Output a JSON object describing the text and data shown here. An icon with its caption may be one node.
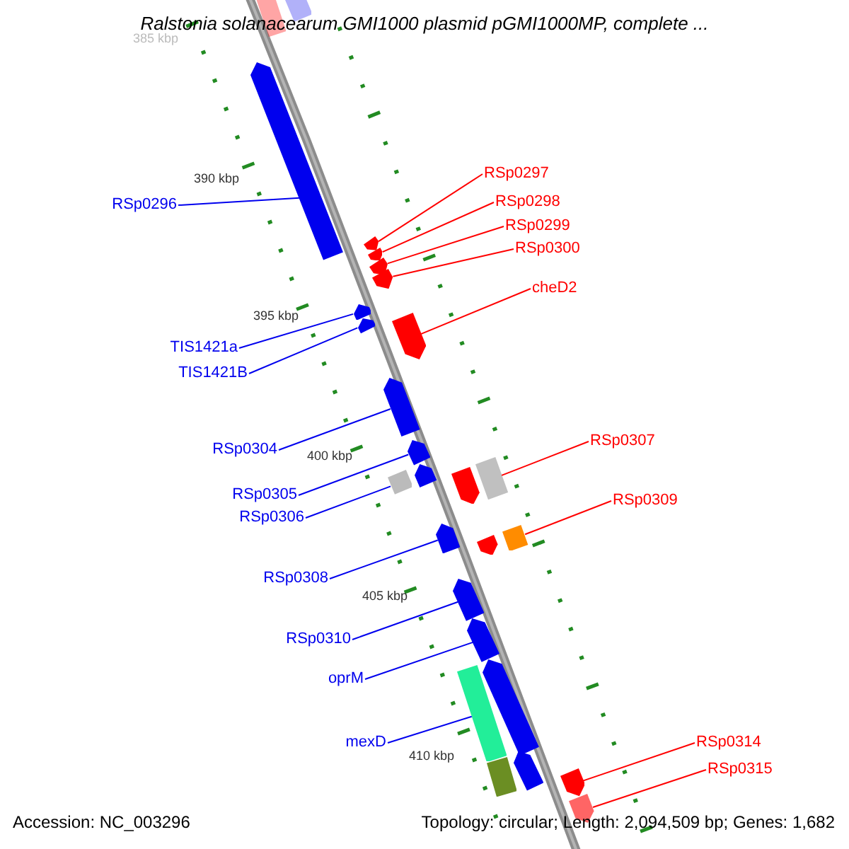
{
  "diagram": {
    "title": "Ralstonia solanacearum GMI1000 plasmid pGMI1000MP, complete ...",
    "nodes": [
      {
        "text": [
          "RSp0296"
        ]
      },
      {
        "text": [
          "RSp0297"
        ]
      },
      {
        "text": [
          "RSp0298"
        ]
      },
      {
        "text": [
          "RSp0299"
        ]
      },
      {
        "text": [
          "RSp0300"
        ]
      },
      {
        "text": [
          "cheD2"
        ]
      },
      {
        "text": [
          "TIS1421a"
        ]
      },
      {
        "text": [
          "TIS1421B"
        ]
      },
      {
        "text": [
          "RSp0304"
        ]
      },
      {
        "text": [
          "RSp0307"
        ]
      },
      {
        "text": [
          "RSp0305"
        ]
      },
      {
        "text": [
          "RSp0306"
        ]
      },
      {
        "text": [
          "RSp0309"
        ]
      },
      {
        "text": [
          "RSp0308"
        ]
      },
      {
        "text": [
          "RSp0310"
        ]
      },
      {
        "text": [
          "oprM"
        ]
      },
      {
        "text": [
          "mexD"
        ]
      },
      {
        "text": [
          "RSp0314"
        ]
      },
      {
        "text": [
          "RSp0315"
        ]
      },
      {
        "text": [],
        "shape": "box"
      },
      {
        "text": [],
        "shape": "box"
      },
      {
        "text": [],
        "shape": "bar"
      },
      {
        "text": [],
        "shape": "bar"
      },
      {
        "text": [],
        "shape": "bar"
      },
      {
        "text": [],
        "shape": "bar"
      },
      {
        "text": [],
        "shape": "bar"
      },
      {
        "text": [],
        "shape": "bar"
      },
      {
        "text": [],
        "shape": "bar"
      },
      {
        "text": [],
        "shape": "bar"
      },
      {
        "text": [],
        "shape": "bar"
      },
      {
        "text": [],
        "shape": "bar"
      },
      {
        "text": [],
        "shape": "bar"
      },
      {
        "text": [],
        "shape": "box"
      },
      {
        "text": [],
        "shape": "bar"
      },
      {
        "text": [],
        "shape": "box"
      },
      {
        "text": [],
        "shape": "bar"
      },
      {
        "text": [],
        "shape": "bar"
      },
      {
        "text": [],
        "shape": "box"
      },
      {
        "text": [],
        "shape": "bar"
      },
      {
        "text": [],
        "shape": "bar"
      },
      {
        "text": [],
        "shape": "box"
      },
      {
        "text": [],
        "shape": "bar"
      },
      {
        "text": [],
        "shape": "box"
      },
      {
        "text": [],
        "shape": "bar"
      },
      {
        "text": [],
        "shape": "bar"
      },
      {
        "text": [],
        "shape": "bar"
      }
    ],
    "edges": [
      {
        "from": 0,
        "to": 21,
        "arrow": "none"
      },
      {
        "from": 1,
        "to": 22,
        "arrow": "none",
        "color": "#ff0000"
      },
      {
        "from": 2,
        "to": 23,
        "arrow": "none",
        "color": "#ff0000"
      },
      {
        "from": 3,
        "to": 24,
        "arrow": "none",
        "color": "#ff0000"
      },
      {
        "from": 4,
        "to": 25,
        "arrow": "none",
        "color": "#ff0000"
      },
      {
        "from": 5,
        "to": 28,
        "arrow": "none",
        "color": "#ff0000"
      },
      {
        "from": 6,
        "to": 26,
        "arrow": "none"
      },
      {
        "from": 7,
        "to": 27,
        "arrow": "none"
      },
      {
        "from": 8,
        "to": 29,
        "arrow": "none"
      },
      {
        "from": 9,
        "to": 34,
        "arrow": "none",
        "color": "#ff0000"
      },
      {
        "from": 10,
        "to": 30,
        "arrow": "none"
      },
      {
        "from": 11,
        "to": 32,
        "arrow": "none"
      },
      {
        "from": 12,
        "to": 37,
        "arrow": "none",
        "color": "#ff0000"
      },
      {
        "from": 13,
        "to": 35,
        "arrow": "none"
      },
      {
        "from": 14,
        "to": 38,
        "arrow": "none"
      },
      {
        "from": 15,
        "to": 39,
        "arrow": "none"
      },
      {
        "from": 16,
        "to": 40,
        "arrow": "none"
      },
      {
        "from": 17,
        "to": 44,
        "arrow": "none",
        "color": "#ff0000"
      },
      {
        "from": 18,
        "to": 45,
        "arrow": "none",
        "color": "#ff0000"
      }
    ],
    "labels": [
      "385 kbp",
      "390 kbp",
      "395 kbp",
      "400 kbp",
      "405 kbp",
      "410 kbp",
      "Accession: NC_003296",
      "Topology: circular; Length: 2,094,509 bp; Genes: 1,682"
    ]
  }
}
